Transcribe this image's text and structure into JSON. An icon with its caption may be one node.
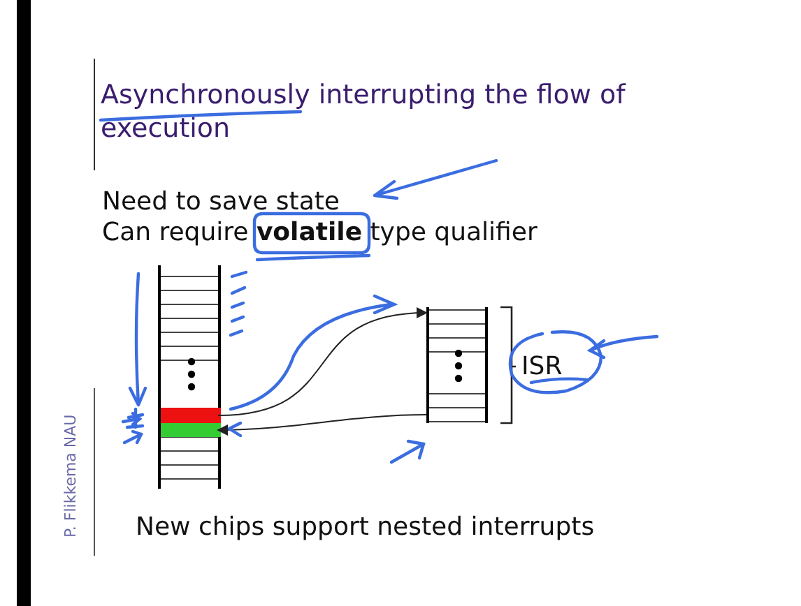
{
  "diagram": {
    "title": "Asynchronously interrupting the flow of execution",
    "nodes": [
      {
        "text": [],
        "shape": "box"
      },
      {
        "text": [],
        "shape": "bar",
        "in": 0
      },
      {
        "text": [],
        "shape": "bar",
        "in": 0
      },
      {
        "text": [],
        "shape": "box",
        "beside": [
          "ISR"
        ]
      }
    ],
    "edges": [
      {
        "from": 1,
        "to": 3,
        "arrow": "to"
      },
      {
        "from": 3,
        "to": 2,
        "arrow": "to"
      }
    ],
    "labels": [
      "Need to save state",
      "Can require **volatile** type qualifier",
      "New chips support nested interrupts",
      "P. Flikkema NAU"
    ]
  }
}
